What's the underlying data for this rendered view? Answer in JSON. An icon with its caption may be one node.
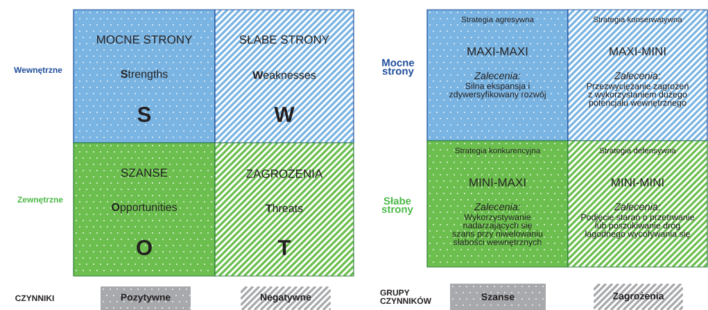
{
  "diagram": {
    "nodes": [
      {
        "text": [
          "MOCNE STRONY",
          "**S**trengths",
          "S"
        ]
      },
      {
        "text": [
          "SŁABE STRONY",
          "**W**eaknesses",
          "W"
        ]
      },
      {
        "text": [
          "SZANSE",
          "**O**pportunities",
          "O"
        ]
      },
      {
        "text": [
          "ZAGROŻENIA",
          "**T**hreats",
          "T"
        ]
      },
      {
        "text": [
          "Strategia agresywna",
          "MAXI-MAXI",
          "Zalecenia:",
          "Silna ekspansja i zdywersyfikowany rozwój"
        ]
      },
      {
        "text": [
          "Strategia konserwatywna",
          "MAXI-MINI",
          "Zalecenia:",
          "Przezwyciężanie zagrożeń z wykorzystaniem dużego potencjału wewnętrznego"
        ]
      },
      {
        "text": [
          "Strategia konkurencyjna",
          "MINI-MAXI",
          "Zalecenia:",
          "Wykorzystywanie nadarzających się szans przy niwelowaniu słabości wewnętrznych"
        ]
      },
      {
        "text": [
          "Strategia defensywna",
          "MINI-MINI",
          "Zalecenia:",
          "Podjęcie starań o przetrwanie lub poszukiwanie dróg łagodnego wycofywania się"
        ]
      },
      {
        "text": [
          "Pozytywne"
        ]
      },
      {
        "text": [
          "Negatywne"
        ]
      },
      {
        "text": [
          "Szanse"
        ]
      },
      {
        "text": [
          "Zagrożenia"
        ]
      }
    ],
    "labels": [
      "Wewnętrzne",
      "Mocne strony",
      "Zewnętrzne",
      "Słabe strony",
      "CZYNNIKI",
      "GRUPY CZYNNIKÓW"
    ]
  }
}
